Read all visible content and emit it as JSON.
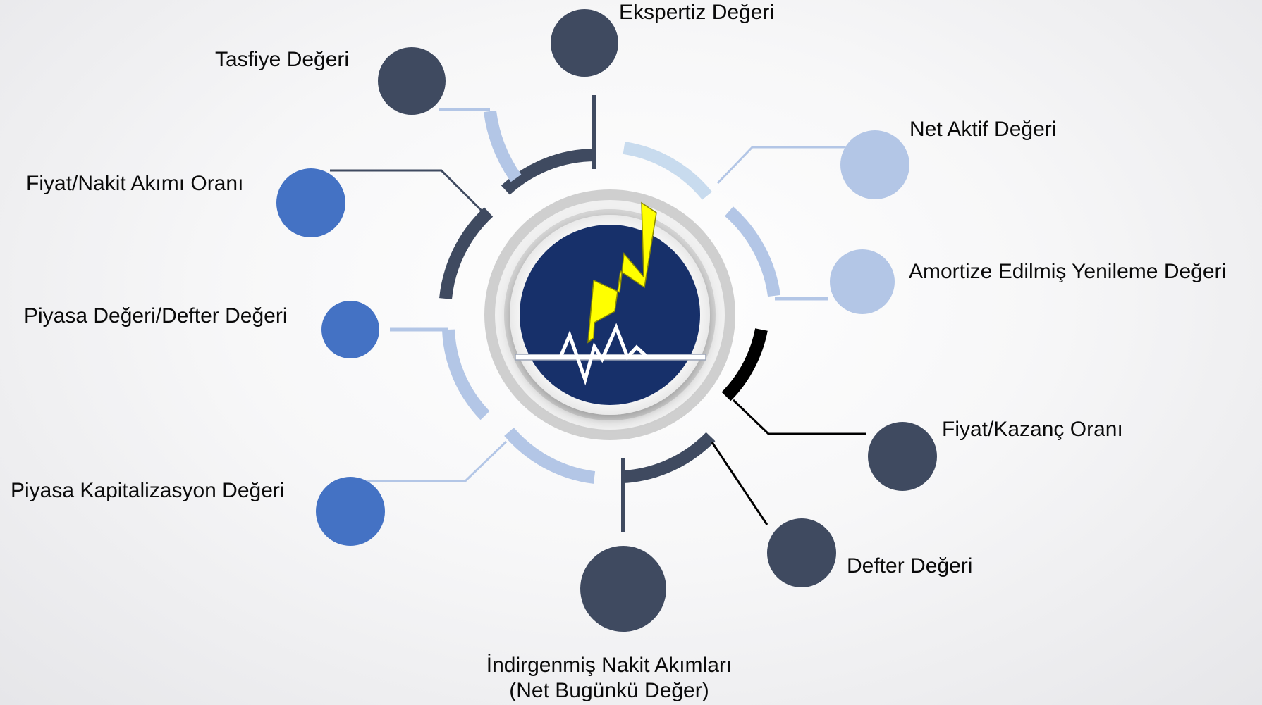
{
  "diagram": {
    "nodes": [
      {
        "key": "ekspertiz",
        "label": "Ekspertiz Değeri",
        "color": "#3f4a60"
      },
      {
        "key": "tasfiye",
        "label": "Tasfiye Değeri",
        "color": "#3f4a60"
      },
      {
        "key": "net-aktif",
        "label": "Net Aktif Değeri",
        "color": "#b3c6e6"
      },
      {
        "key": "fiyat-nakit",
        "label": "Fiyat/Nakit Akımı Oranı",
        "color": "#4472c4"
      },
      {
        "key": "amortize",
        "label": "Amortize Edilmiş Yenileme Değeri",
        "color": "#b3c6e6"
      },
      {
        "key": "piyasa-defter",
        "label": "Piyasa Değeri/Defter Değeri",
        "color": "#4472c4"
      },
      {
        "key": "fiyat-kazanc",
        "label": "Fiyat/Kazanç Oranı",
        "color": "#3f4a60"
      },
      {
        "key": "piyasa-kapitalizasyon",
        "label": "Piyasa Kapitalizasyon Değeri",
        "color": "#4472c4"
      },
      {
        "key": "defter",
        "label": "Defter Değeri",
        "color": "#3f4a60"
      },
      {
        "key": "indirgenmis",
        "label": "İndirgenmiş Nakit Akımları",
        "label2": "(Net Bugünkü Değer)",
        "color": "#3f4a60"
      }
    ],
    "palette": {
      "dark": "#3f4a60",
      "blue": "#4472c4",
      "light": "#b3c6e6",
      "black": "#000000",
      "hub": "#17306a",
      "bolt": "#ffff00"
    }
  }
}
